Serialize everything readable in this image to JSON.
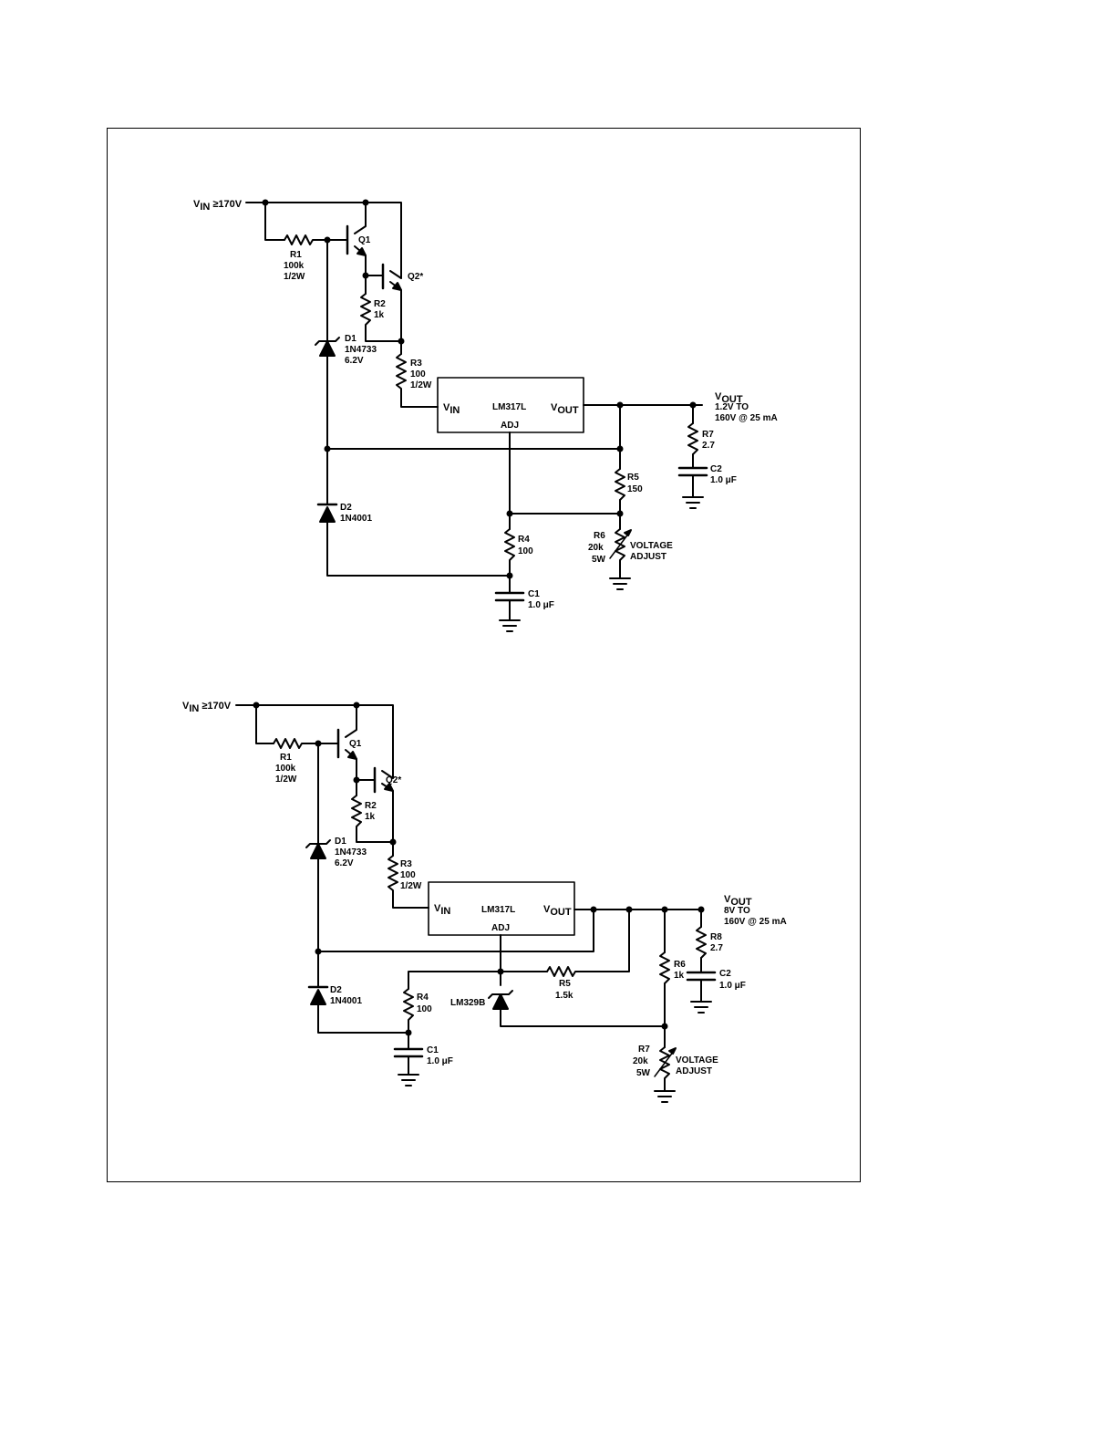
{
  "circuits": [
    {
      "vin": {
        "main": "V",
        "sub": "IN",
        "rest": " ≥170V"
      },
      "vout": {
        "main": "V",
        "sub": "OUT",
        "line1": "1.2V TO",
        "line2": "160V @ 25 mA"
      },
      "ic": {
        "name": "LM317L",
        "vin_main": "V",
        "vin_sub": "IN",
        "vout_main": "V",
        "vout_sub": "OUT",
        "adj": "ADJ"
      },
      "q1": "Q1",
      "q2": "Q2*",
      "r1": [
        "R1",
        "100k",
        "1/2W"
      ],
      "r2": [
        "R2",
        "1k"
      ],
      "r3": [
        "R3",
        "100",
        "1/2W"
      ],
      "d1": [
        "D1",
        "1N4733",
        "6.2V"
      ],
      "d2": [
        "D2",
        "1N4001"
      ],
      "r4": [
        "R4",
        "100"
      ],
      "c1": [
        "C1",
        "1.0 μF"
      ],
      "r5": [
        "R5",
        "150"
      ],
      "r6": [
        "R6",
        "20k",
        "5W"
      ],
      "adjust": [
        "VOLTAGE",
        "ADJUST"
      ],
      "r7": [
        "R7",
        "2.7"
      ],
      "c2": [
        "C2",
        "1.0 μF"
      ]
    },
    {
      "vin": {
        "main": "V",
        "sub": "IN",
        "rest": " ≥170V"
      },
      "vout": {
        "main": "V",
        "sub": "OUT",
        "line1": "8V TO",
        "line2": "160V @ 25 mA"
      },
      "ic": {
        "name": "LM317L",
        "vin_main": "V",
        "vin_sub": "IN",
        "vout_main": "V",
        "vout_sub": "OUT",
        "adj": "ADJ"
      },
      "q1": "Q1",
      "q2": "Q2*",
      "r1": [
        "R1",
        "100k",
        "1/2W"
      ],
      "r2": [
        "R2",
        "1k"
      ],
      "r3": [
        "R3",
        "100",
        "1/2W"
      ],
      "d1": [
        "D1",
        "1N4733",
        "6.2V"
      ],
      "d2": [
        "D2",
        "1N4001"
      ],
      "r4": [
        "R4",
        "100"
      ],
      "c1": [
        "C1",
        "1.0 μF"
      ],
      "ref": "LM329B",
      "r5": [
        "R5",
        "1.5k"
      ],
      "r6": [
        "R6",
        "1k"
      ],
      "r7": [
        "R7",
        "20k",
        "5W"
      ],
      "adjust": [
        "VOLTAGE",
        "ADJUST"
      ],
      "r8": [
        "R8",
        "2.7"
      ],
      "c2": [
        "C2",
        "1.0 μF"
      ]
    }
  ]
}
